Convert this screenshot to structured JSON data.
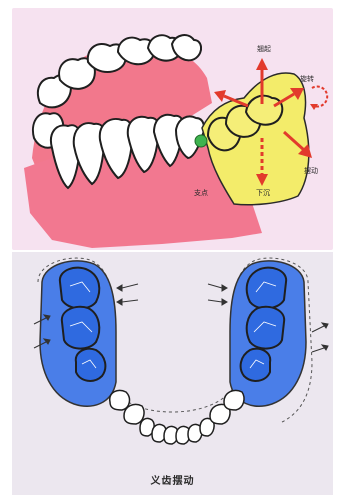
{
  "top_panel": {
    "labels": {
      "lift": "翘起",
      "rotate": "旋转",
      "sway": "摆动",
      "sink": "下沉",
      "fulcrum": "支点"
    },
    "colors": {
      "background": "#f6e2f0",
      "gum": "#f2788c",
      "denture_base": "#f3ec6a",
      "fulcrum_dot": "#3fb34f",
      "arrow": "#e23a2c"
    }
  },
  "bottom_panel": {
    "caption": "义齿摆动",
    "colors": {
      "background": "#ece7ef",
      "denture_blue": "#4a7ee8",
      "tooth_blue": "#2f6ae0",
      "outline": "#333333"
    }
  }
}
